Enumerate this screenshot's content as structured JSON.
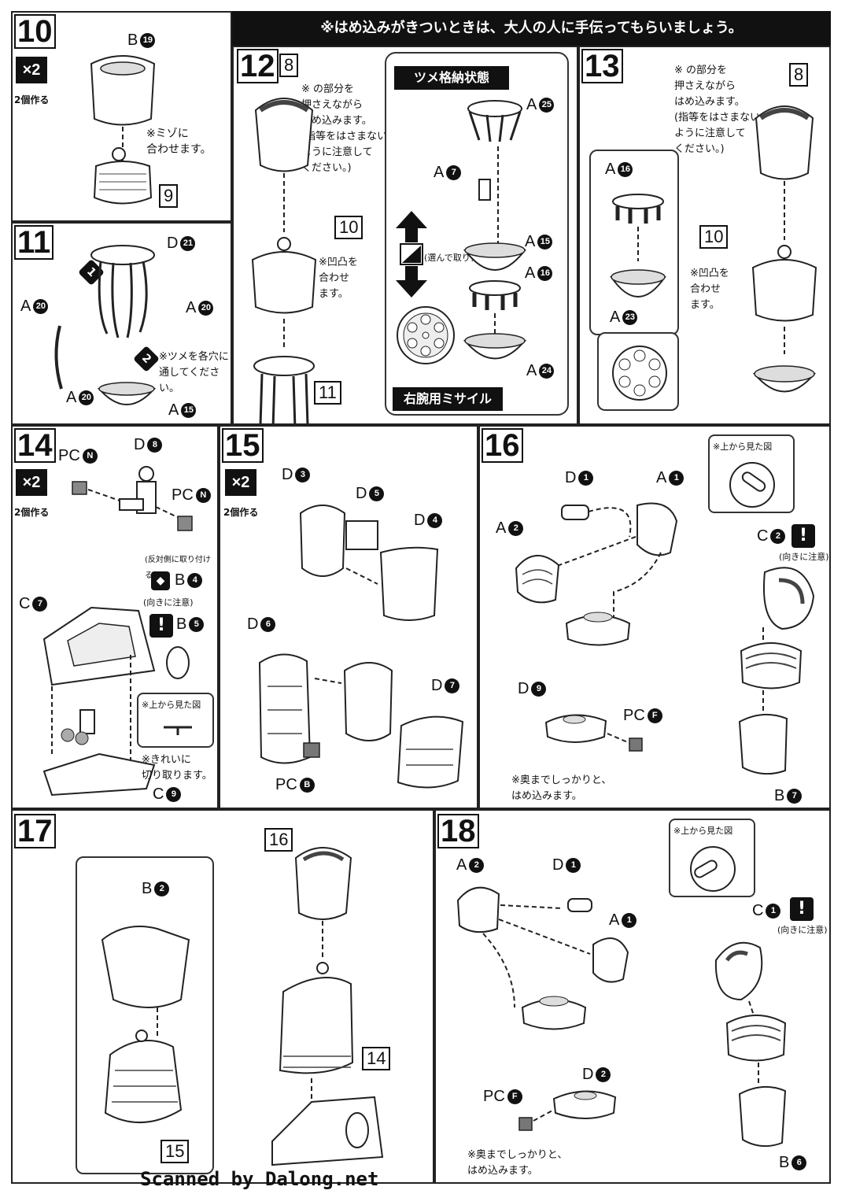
{
  "banner": {
    "text": "※はめ込みがきついときは、大人の人に手伝ってもらいましょう。"
  },
  "step10": {
    "num": "10",
    "x2": "×2",
    "make2": "2個作る",
    "part_b": "B",
    "part_b_n": "19",
    "note": "※ミゾに\n合わせます。",
    "box": "9"
  },
  "step11": {
    "num": "11",
    "d": "D",
    "d_n": "21",
    "a": "A",
    "a_n": "20",
    "a15_n": "15",
    "marker1": "1",
    "marker2": "2",
    "note": "※ツメを各穴に\n通してください。"
  },
  "step12": {
    "num": "12",
    "box8": "8",
    "box10": "10",
    "box11": "11",
    "note1": "※ の部分を\n押さえながら\nはめ込みます。\n(指等をはさまない\nように注意して\nください。)",
    "note2": "※凹凸を\n合わせ\nます。"
  },
  "claw": {
    "title": "ツメ格納状態",
    "bottom": "右腕用ミサイル",
    "select": "(選んで取り付ける)",
    "a": "A",
    "a25": "25",
    "a7": "7",
    "a15": "15",
    "a16": "16",
    "a24": "24"
  },
  "step13": {
    "num": "13",
    "box8": "8",
    "box10": "10",
    "a": "A",
    "a16": "16",
    "a23": "23",
    "note1": "※ の部分を\n押さえながら\nはめ込みます。\n(指等をはさまない\nように注意して\nください。)",
    "note2": "※凹凸を\n合わせ\nます。"
  },
  "step14": {
    "num": "14",
    "x2": "×2",
    "make2": "2個作る",
    "pc": "PC",
    "pcN": "N",
    "d": "D",
    "d8": "8",
    "b": "B",
    "b4": "4",
    "b5": "5",
    "c": "C",
    "c7": "7",
    "c9": "9",
    "opposite": "(反対側に取り付ける)",
    "direction": "(向きに注意)",
    "topview": "※上から見た図",
    "cut": "※きれいに\n切り取ります。"
  },
  "step15": {
    "num": "15",
    "x2": "×2",
    "make2": "2個作る",
    "d": "D",
    "d3": "3",
    "d4": "4",
    "d5": "5",
    "d6": "6",
    "d7": "7",
    "pc": "PC",
    "pcB": "B"
  },
  "step16": {
    "num": "16",
    "d": "D",
    "d1": "1",
    "d9": "9",
    "a": "A",
    "a1": "1",
    "a2": "2",
    "c": "C",
    "c2": "2",
    "b": "B",
    "b7": "7",
    "pc": "PC",
    "pcF": "F",
    "topview": "※上から見た図",
    "direction": "(向きに注意)",
    "note": "※奥までしっかりと、\nはめ込みます。"
  },
  "step17": {
    "num": "17",
    "b": "B",
    "b2": "2",
    "box15": "15",
    "box16": "16",
    "box14": "14"
  },
  "step18": {
    "num": "18",
    "a": "A",
    "a2": "2",
    "a1": "1",
    "d": "D",
    "d1": "1",
    "d2": "2",
    "c": "C",
    "c1": "1",
    "b": "B",
    "b6": "6",
    "pc": "PC",
    "pcF": "F",
    "topview": "※上から見た図",
    "direction": "(向きに注意)",
    "note": "※奥までしっかりと、\nはめ込みます。"
  },
  "footer": {
    "text": "Scanned by Dalong.net"
  }
}
